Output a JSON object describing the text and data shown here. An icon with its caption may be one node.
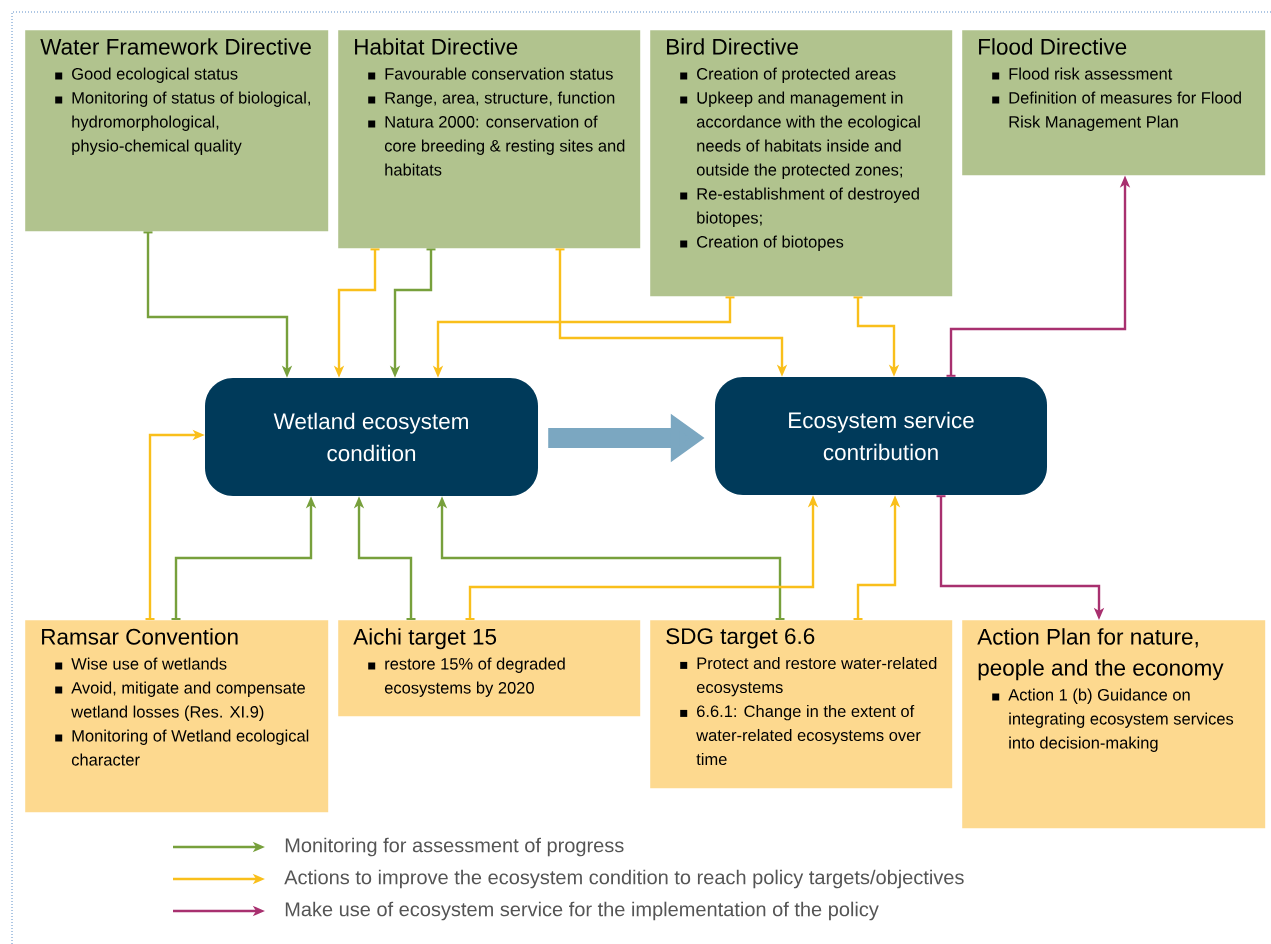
{
  "diagram": {
    "nodes": [
      {
        "text": [
          "Water Framework Directive",
          "Good ecological status",
          "Monitoring of status of biological, hydromorphological, physio-chemical quality"
        ]
      },
      {
        "text": [
          "Habitat Directive",
          "Favourable conservation status",
          "Range, area, structure, function",
          "Natura 2000: conservation of core breeding & resting sites and habitats"
        ]
      },
      {
        "text": [
          "Bird Directive",
          "Creation of protected areas",
          "Upkeep and management in accordance with the ecological needs of habitats inside and outside the protected zones;",
          "Re-establishment of destroyed biotopes;",
          "Creation of biotopes"
        ]
      },
      {
        "text": [
          "Flood Directive",
          "Flood risk assessment",
          "Definition of measures for Flood Risk Management Plan"
        ]
      },
      {
        "text": [
          "Wetland ecosystem condition"
        ]
      },
      {
        "text": [
          "Ecosystem service contribution"
        ]
      },
      {
        "text": [
          "Ramsar Convention",
          "Wise use of wetlands",
          "Avoid, mitigate and compensate wetland losses (Res. XI.9)",
          "Monitoring of Wetland ecological character"
        ]
      },
      {
        "text": [
          "Aichi target 15",
          "restore 15% of degraded ecosystems by 2020"
        ]
      },
      {
        "text": [
          "SDG target 6.6",
          "Protect and restore water-related ecosystems",
          "6.6.1: Change in the extent of water-related ecosystems over time"
        ]
      },
      {
        "text": [
          "Action Plan for nature, people and the economy",
          "Action 1 (b) Guidance on integrating ecosystem services into decision-making"
        ]
      }
    ],
    "edges": [
      {
        "from": 0,
        "to": 4,
        "arrow": "to",
        "color": "#77a03c"
      },
      {
        "from": 1,
        "to": 4,
        "arrow": "to"
      },
      {
        "from": 1,
        "to": 4,
        "arrow": "to",
        "color": "#77a03c"
      },
      {
        "from": 2,
        "to": 4,
        "arrow": "to"
      },
      {
        "from": 1,
        "to": 5,
        "arrow": "to"
      },
      {
        "from": 2,
        "to": 5,
        "arrow": "to"
      },
      {
        "from": 5,
        "to": 3,
        "arrow": "to",
        "color": "#a8306f"
      },
      {
        "from": 6,
        "to": 4,
        "arrow": "to"
      },
      {
        "from": 6,
        "to": 4,
        "arrow": "to",
        "color": "#77a03c"
      },
      {
        "from": 7,
        "to": 4,
        "arrow": "to",
        "color": "#77a03c"
      },
      {
        "from": 8,
        "to": 4,
        "arrow": "to",
        "color": "#77a03c"
      },
      {
        "from": 7,
        "to": 5,
        "arrow": "to"
      },
      {
        "from": 8,
        "to": 5,
        "arrow": "to"
      },
      {
        "from": 5,
        "to": 9,
        "arrow": "to",
        "color": "#a8306f"
      },
      {
        "from": 4,
        "to": 5,
        "arrow": "to",
        "style": "thick",
        "color": "#7ba7c1"
      }
    ],
    "legend": [
      {
        "text": "Monitoring for assessment of progress"
      },
      {
        "text": "Actions to improve the ecosystem condition to reach policy targets/objectives"
      },
      {
        "text": "Make use of ecosystem service for the implementation of the policy"
      }
    ]
  }
}
